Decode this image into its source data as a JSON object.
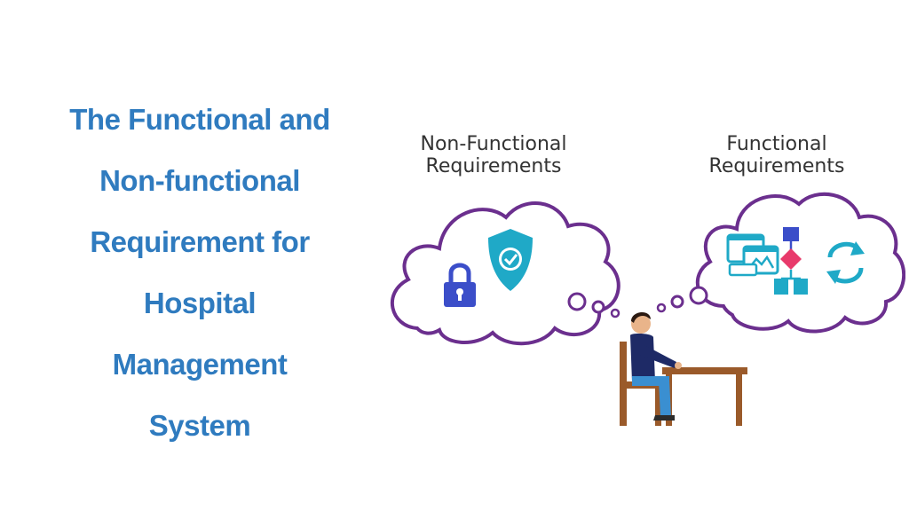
{
  "title": {
    "lines": [
      "The Functional and",
      "Non-functional",
      "Requirement for",
      "Hospital",
      "Management",
      "System"
    ],
    "color": "#2f7bbf"
  },
  "illustration": {
    "left_label": [
      "Non-Functional",
      "Requirements"
    ],
    "right_label": [
      "Functional",
      "Requirements"
    ],
    "cloud_color": "#6b2f8e",
    "accent_color": "#1fa9c7",
    "lock_color": "#3b4ec9",
    "icons": {
      "left": [
        "lock-icon",
        "shield-check-icon"
      ],
      "right": [
        "interface-windows-icon",
        "flowchart-icon",
        "refresh-cycle-icon"
      ]
    }
  }
}
